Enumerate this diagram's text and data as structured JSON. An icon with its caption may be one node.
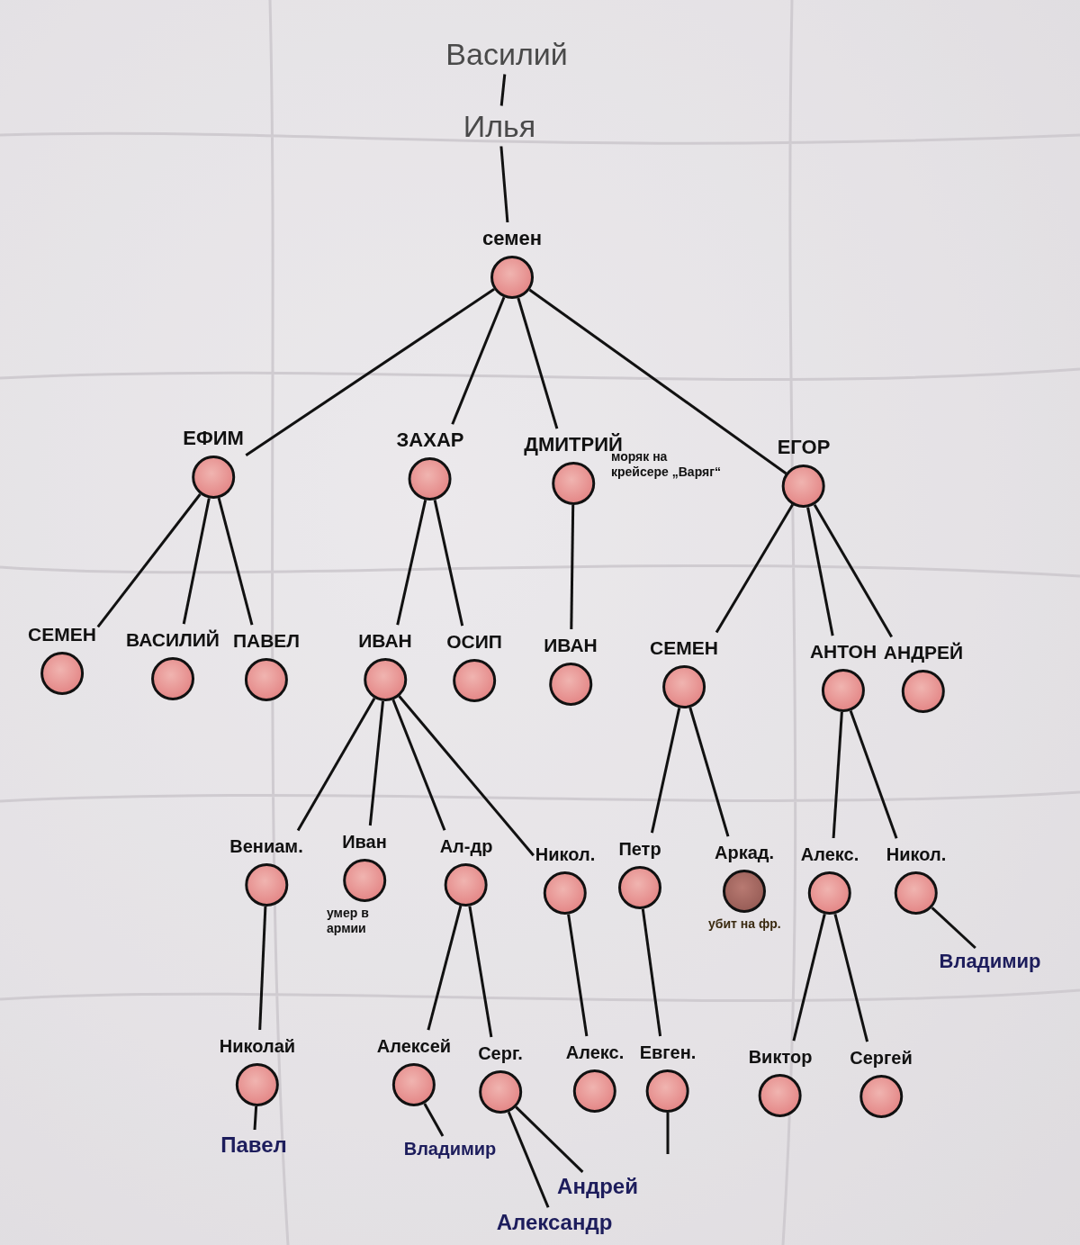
{
  "diagram": {
    "nodes": [
      {
        "text": [
          "Василий"
        ]
      },
      {
        "text": [
          "Илья"
        ]
      },
      {
        "text": [
          "семен"
        ]
      },
      {
        "text": [
          "ЕФИМ"
        ]
      },
      {
        "text": [
          "ЗАХАР"
        ]
      },
      {
        "text": [
          "ДМИТРИЙ"
        ],
        "beside": [
          "моряк на крейсере „Варяг“"
        ]
      },
      {
        "text": [
          "ЕГОР"
        ]
      },
      {
        "text": [
          "СЕМЕН"
        ]
      },
      {
        "text": [
          "ВАСИЛИЙ"
        ]
      },
      {
        "text": [
          "ПАВЕЛ"
        ]
      },
      {
        "text": [
          "ИВАН"
        ]
      },
      {
        "text": [
          "ОСИП"
        ]
      },
      {
        "text": [
          "ИВАН"
        ]
      },
      {
        "text": [
          "СЕМЕН"
        ]
      },
      {
        "text": [
          "АНТОН"
        ]
      },
      {
        "text": [
          "АНДРЕЙ"
        ]
      },
      {
        "text": [
          "Вениам."
        ]
      },
      {
        "text": [
          "Иван"
        ],
        "beside": [
          "умер в армии"
        ]
      },
      {
        "text": [
          "Ал-др"
        ]
      },
      {
        "text": [
          "Никол."
        ]
      },
      {
        "text": [
          "Петр"
        ]
      },
      {
        "text": [
          "Аркад."
        ],
        "beside": [
          "убит на фр."
        ]
      },
      {
        "text": [
          "Алекс."
        ]
      },
      {
        "text": [
          "Никол."
        ]
      },
      {
        "text": [
          "Николай"
        ]
      },
      {
        "text": [
          "Алексей"
        ]
      },
      {
        "text": [
          "Серг."
        ]
      },
      {
        "text": [
          "Алекс."
        ]
      },
      {
        "text": [
          "Евген."
        ]
      },
      {
        "text": [
          "Виктор"
        ]
      },
      {
        "text": [
          "Сергей"
        ]
      },
      {
        "text": [
          "Павел"
        ]
      },
      {
        "text": [
          "Владимир"
        ]
      },
      {
        "text": [
          "Андрей"
        ]
      },
      {
        "text": [
          "Александр"
        ]
      },
      {
        "text": [
          "Владимир"
        ]
      }
    ],
    "edges": [
      {
        "from": 0,
        "to": 1,
        "arrow": "none"
      },
      {
        "from": 1,
        "to": 2,
        "arrow": "none"
      },
      {
        "from": 2,
        "to": 3,
        "arrow": "none"
      },
      {
        "from": 2,
        "to": 4,
        "arrow": "none"
      },
      {
        "from": 2,
        "to": 5,
        "arrow": "none"
      },
      {
        "from": 2,
        "to": 6,
        "arrow": "none"
      },
      {
        "from": 3,
        "to": 7,
        "arrow": "none"
      },
      {
        "from": 3,
        "to": 8,
        "arrow": "none"
      },
      {
        "from": 3,
        "to": 9,
        "arrow": "none"
      },
      {
        "from": 4,
        "to": 10,
        "arrow": "none"
      },
      {
        "from": 4,
        "to": 11,
        "arrow": "none"
      },
      {
        "from": 5,
        "to": 12,
        "arrow": "none"
      },
      {
        "from": 6,
        "to": 13,
        "arrow": "none"
      },
      {
        "from": 6,
        "to": 14,
        "arrow": "none"
      },
      {
        "from": 6,
        "to": 15,
        "arrow": "none"
      },
      {
        "from": 10,
        "to": 16,
        "arrow": "none"
      },
      {
        "from": 10,
        "to": 17,
        "arrow": "none"
      },
      {
        "from": 10,
        "to": 18,
        "arrow": "none"
      },
      {
        "from": 10,
        "to": 19,
        "arrow": "none"
      },
      {
        "from": 13,
        "to": 20,
        "arrow": "none"
      },
      {
        "from": 13,
        "to": 21,
        "arrow": "none"
      },
      {
        "from": 14,
        "to": 22,
        "arrow": "none"
      },
      {
        "from": 14,
        "to": 23,
        "arrow": "none"
      },
      {
        "from": 16,
        "to": 24,
        "arrow": "none"
      },
      {
        "from": 18,
        "to": 25,
        "arrow": "none"
      },
      {
        "from": 18,
        "to": 26,
        "arrow": "none"
      },
      {
        "from": 19,
        "to": 27,
        "arrow": "none"
      },
      {
        "from": 20,
        "to": 28,
        "arrow": "none"
      },
      {
        "from": 22,
        "to": 29,
        "arrow": "none"
      },
      {
        "from": 22,
        "to": 30,
        "arrow": "none"
      },
      {
        "from": 23,
        "to": 35,
        "arrow": "none"
      },
      {
        "from": 24,
        "to": 31,
        "arrow": "none"
      },
      {
        "from": 25,
        "to": 32,
        "arrow": "none"
      },
      {
        "from": 26,
        "to": 33,
        "arrow": "none"
      },
      {
        "from": 26,
        "to": 34,
        "arrow": "none"
      },
      {
        "from": 28,
        "to": null,
        "arrow": "none"
      }
    ]
  }
}
